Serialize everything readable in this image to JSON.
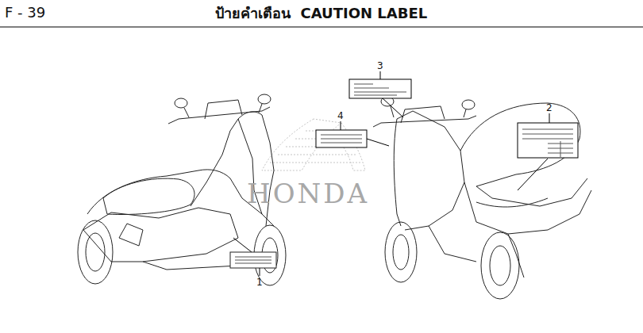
{
  "diagram": {
    "title": "ป้ายคำเตือน  CAUTION LABEL",
    "labels": [
      "F - 39",
      "1",
      "2",
      "3",
      "4",
      "HONDA"
    ]
  }
}
